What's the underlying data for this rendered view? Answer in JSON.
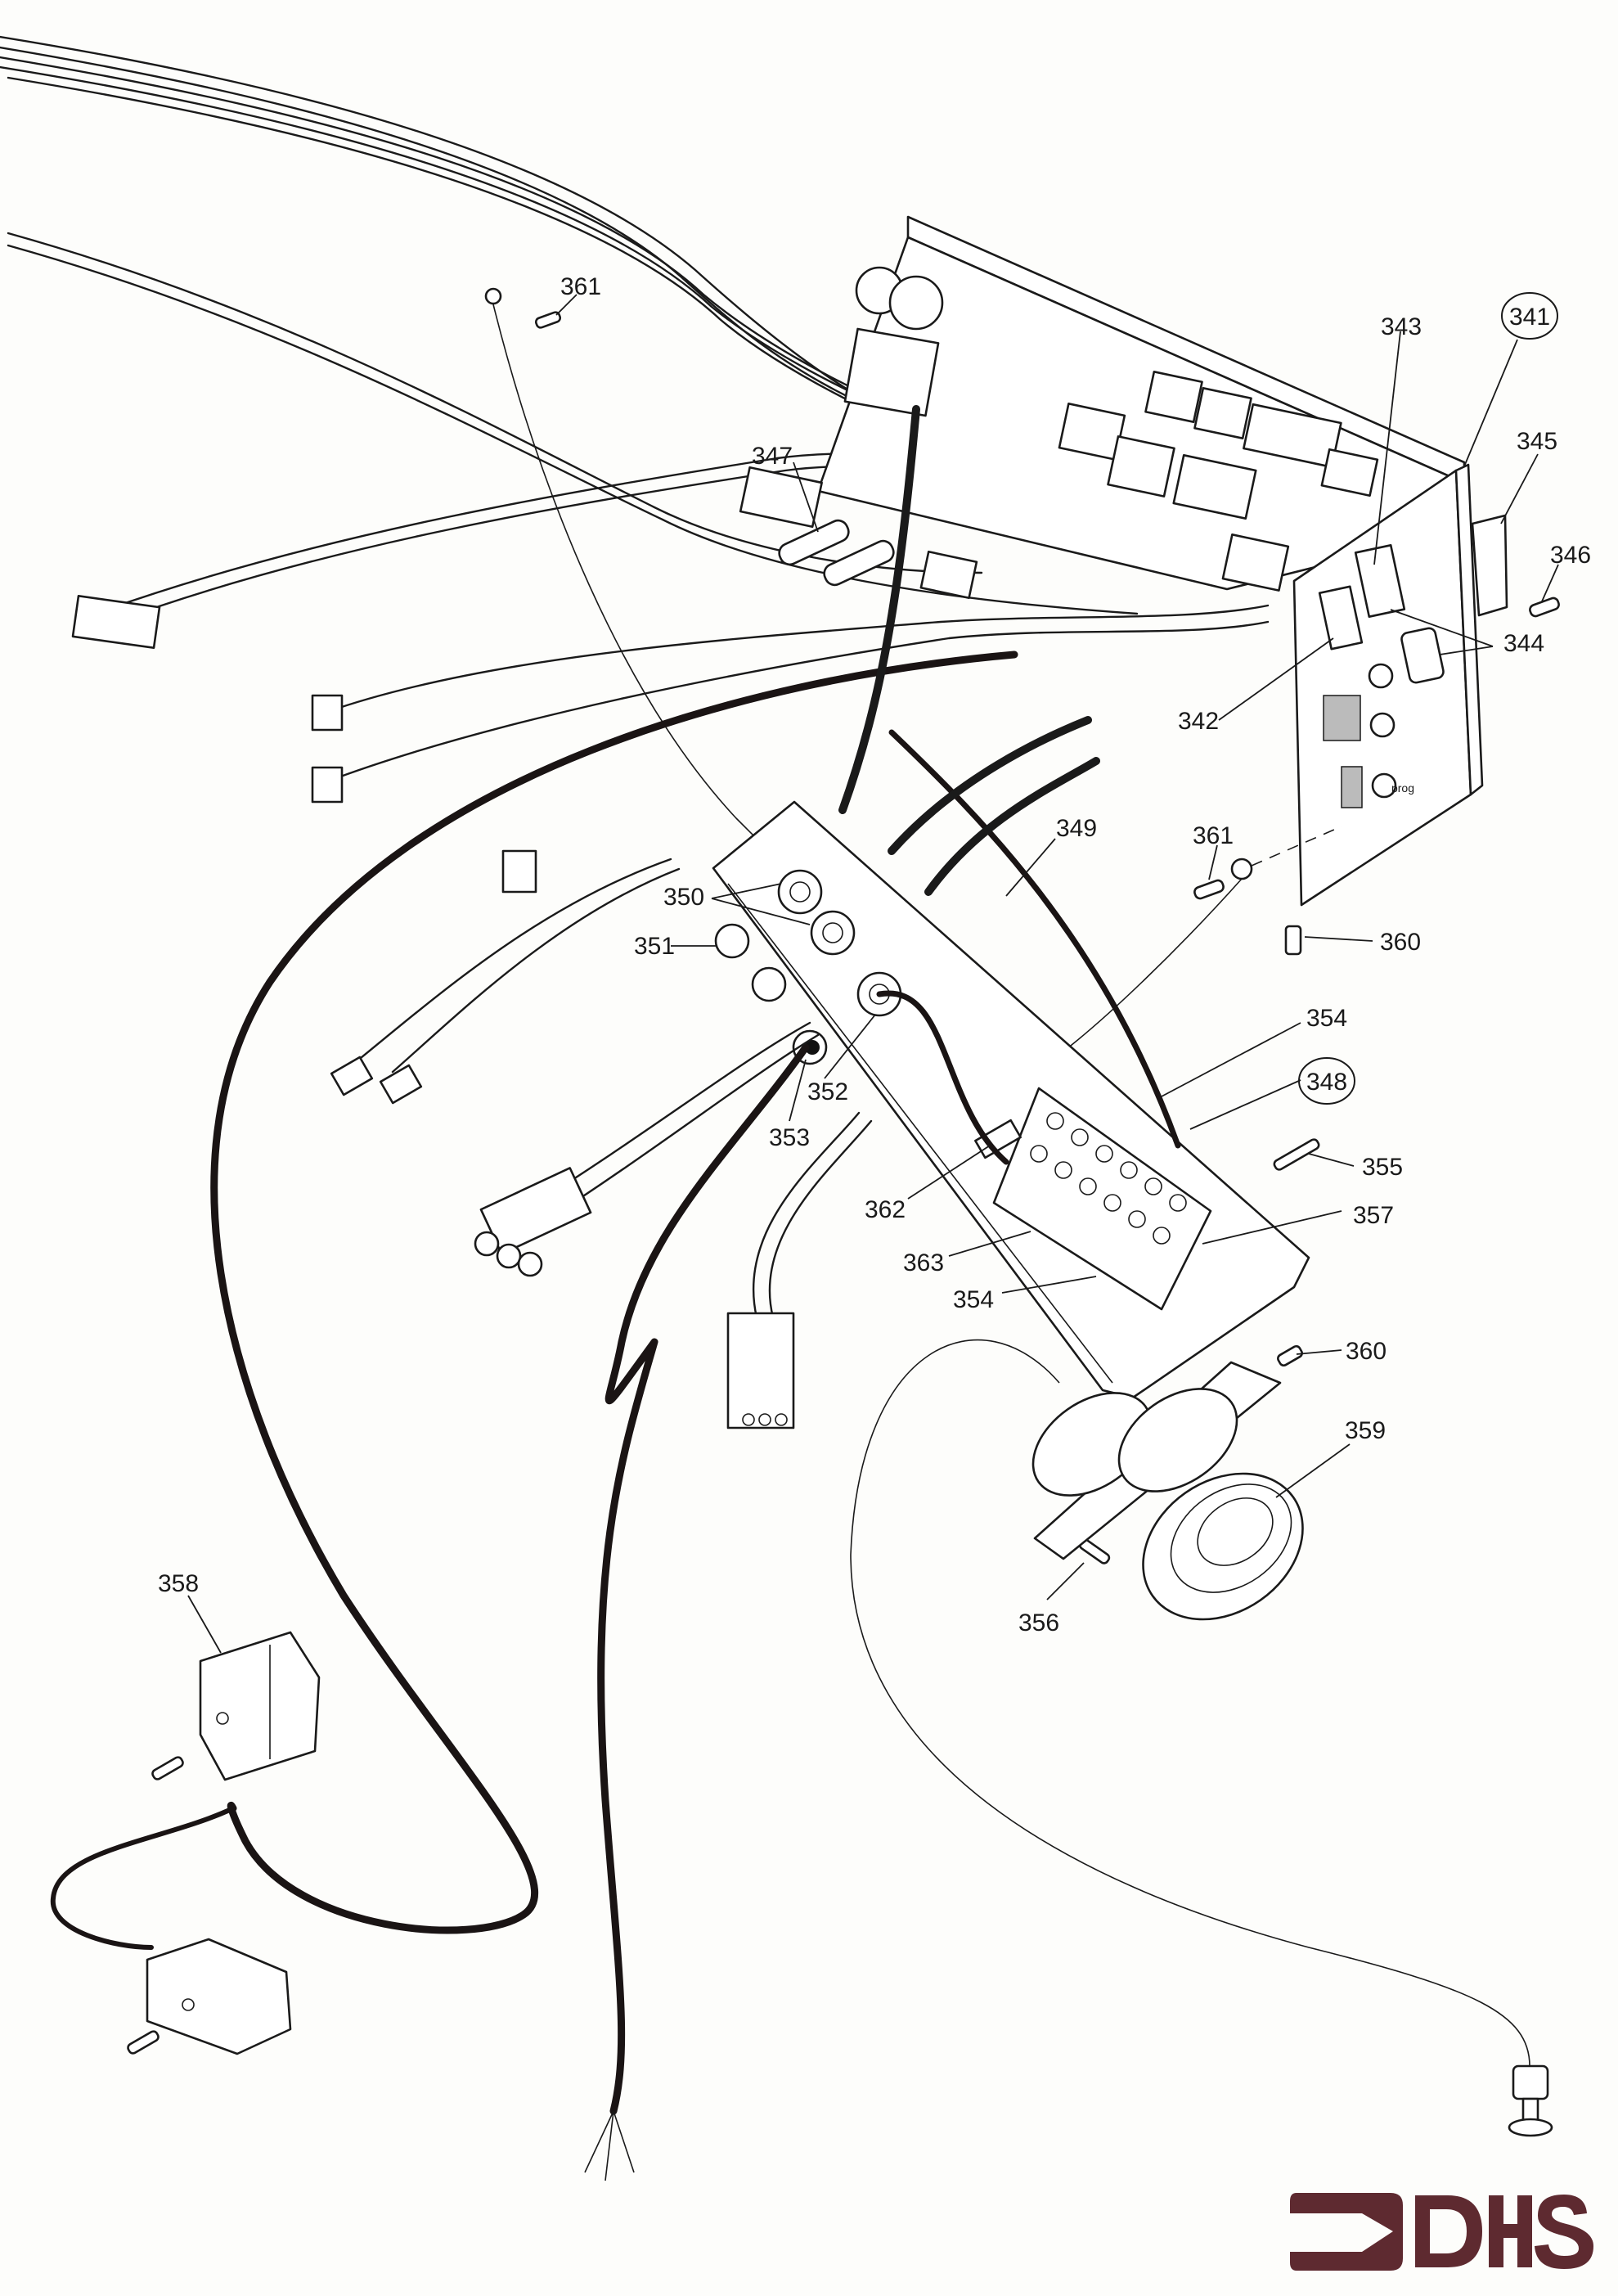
{
  "diagram": {
    "type": "exploded-parts-diagram",
    "part_labels": {
      "p341": "341",
      "p342": "342",
      "p343": "343",
      "p344": "344",
      "p345": "345",
      "p346": "346",
      "p347": "347",
      "p348": "348",
      "p349": "349",
      "p350": "350",
      "p351": "351",
      "p352": "352",
      "p353": "353",
      "p354a": "354",
      "p354b": "354",
      "p355": "355",
      "p356": "356",
      "p357": "357",
      "p358": "358",
      "p359": "359",
      "p360a": "360",
      "p360b": "360",
      "p361a": "361",
      "p361b": "361",
      "p362": "362",
      "p363": "363"
    },
    "circled_labels": [
      "341",
      "348"
    ],
    "panel_marking": "prog",
    "logo": {
      "text": "DHS",
      "color": "#5e2a30"
    }
  }
}
